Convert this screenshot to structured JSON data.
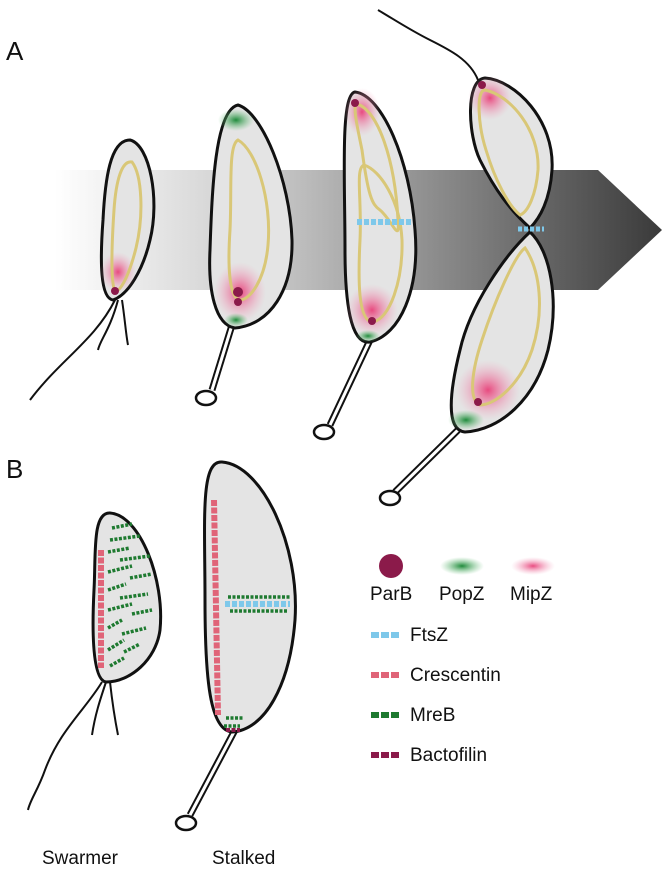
{
  "panels": {
    "a_label": "A",
    "b_label": "B"
  },
  "captions": {
    "swarmer": "Swarmer",
    "stalked": "Stalked"
  },
  "legend": {
    "parb": "ParB",
    "popz": "PopZ",
    "mipz": "MipZ",
    "ftsz": "FtsZ",
    "crescentin": "Crescentin",
    "mreb": "MreB",
    "bactofilin": "Bactofilin"
  },
  "colors": {
    "parb": "#8b1a4a",
    "popz": "#1f8a3b",
    "mipz": "#e8427a",
    "ftsz": "#7ec8ea",
    "crescentin": "#e06478",
    "mreb": "#1e7a30",
    "bactofilin": "#8b1a4a",
    "cell_fill": "#e4e4e4",
    "chromosome": "#d9c777"
  }
}
